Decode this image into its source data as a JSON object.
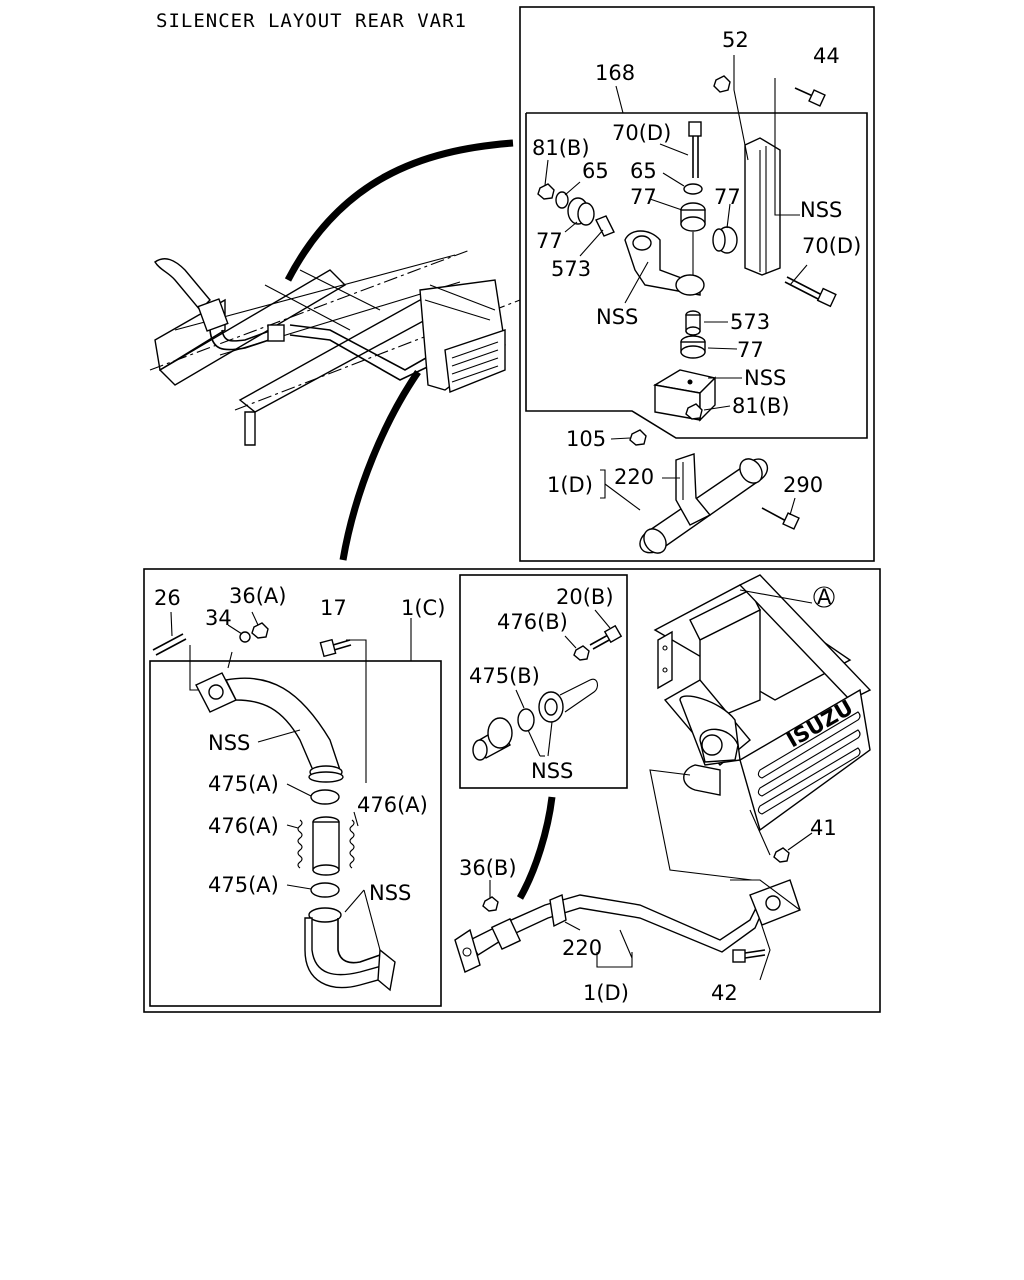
{
  "title": "SILENCER LAYOUT REAR VAR1",
  "labels": {
    "l52": "52",
    "l44": "44",
    "l168": "168",
    "l70d_top": "70(D)",
    "l81b_top": "81(B)",
    "l65_left": "65",
    "l65_right": "65",
    "l77_a": "77",
    "l77_b": "77",
    "l77_left": "77",
    "l573_left": "573",
    "lnss_right": "NSS",
    "l70d_right": "70(D)",
    "lnss_bracket": "NSS",
    "l573_right": "573",
    "l77_low": "77",
    "lnss_low": "NSS",
    "l81b_low": "81(B)",
    "l105": "105",
    "l220_top": "220",
    "l1d_top": "1(D)",
    "l290": "290",
    "l26": "26",
    "l36a": "36(A)",
    "l34": "34",
    "l17": "17",
    "l1c": "1(C)",
    "lnss_pipe": "NSS",
    "l475a_1": "475(A)",
    "l476a_right": "476(A)",
    "l476a_left": "476(A)",
    "l475a_2": "475(A)",
    "lnss_joint": "NSS",
    "l20b": "20(B)",
    "l476b": "476(B)",
    "l475b": "475(B)",
    "lnss_detail": "NSS",
    "lA": "A",
    "l41": "41",
    "l36b": "36(B)",
    "l220_bottom": "220",
    "l1d_bottom": "1(D)",
    "l42": "42",
    "brand": "ISUZU"
  }
}
